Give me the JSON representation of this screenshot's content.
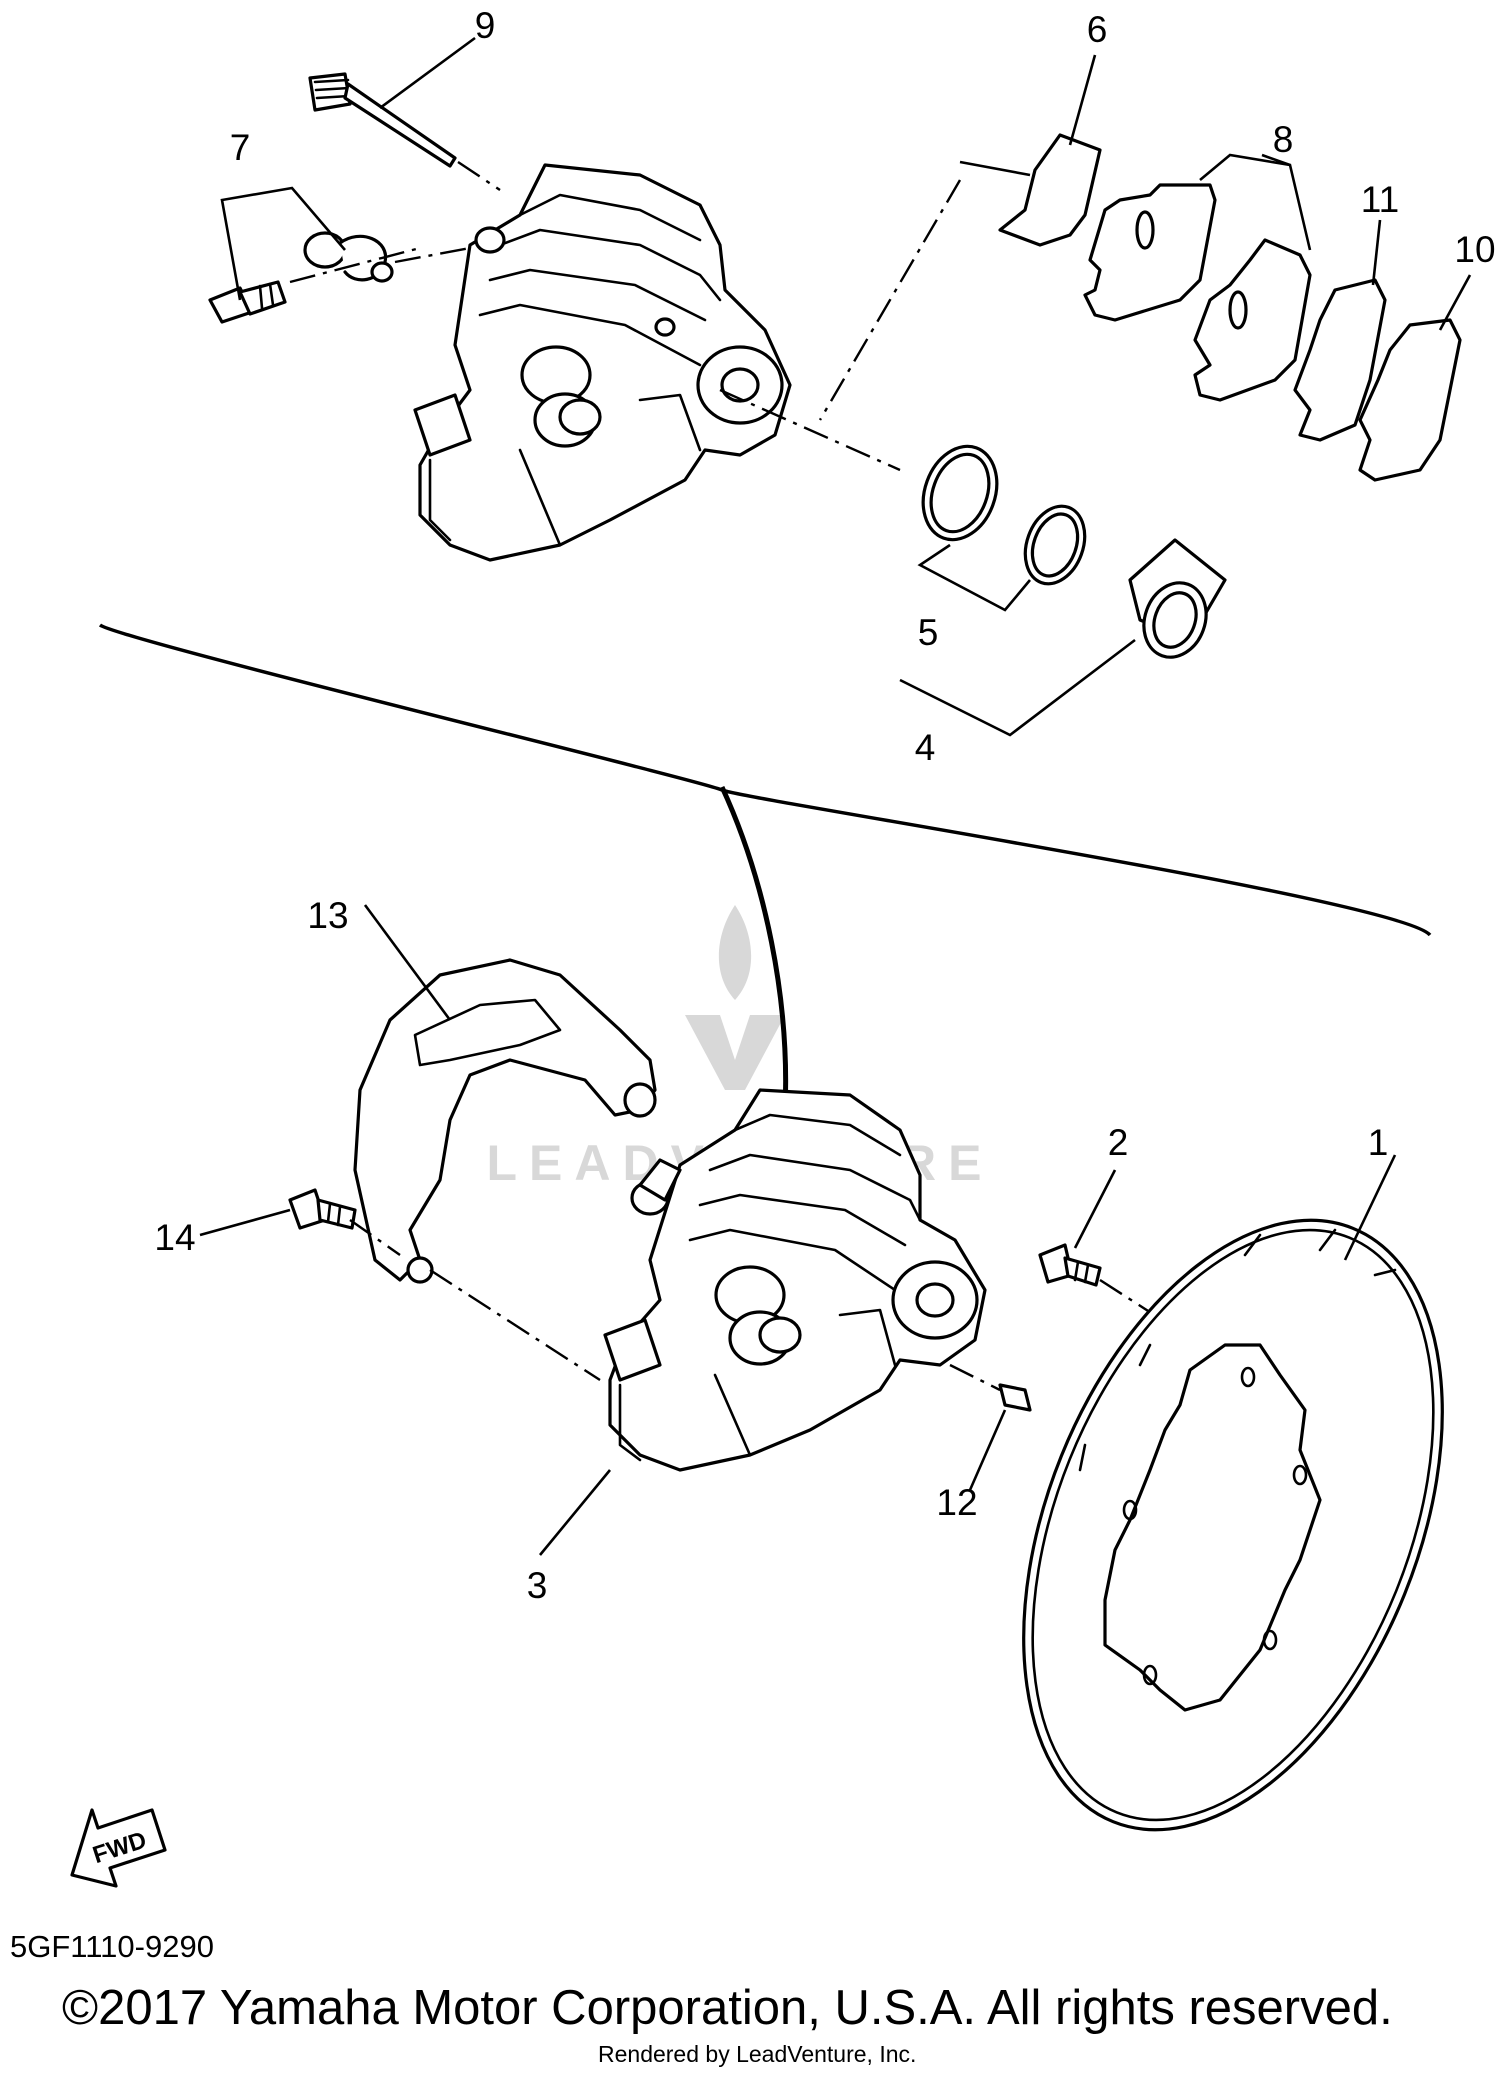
{
  "diagram": {
    "callouts": [
      {
        "id": "1",
        "text": "1",
        "part": "brake-disc"
      },
      {
        "id": "2",
        "text": "2",
        "part": "disc-bolt"
      },
      {
        "id": "3",
        "text": "3",
        "part": "caliper-assembly"
      },
      {
        "id": "4",
        "text": "4",
        "part": "piston-kit"
      },
      {
        "id": "5",
        "text": "5",
        "part": "seal-kit"
      },
      {
        "id": "6",
        "text": "6",
        "part": "pad-spring"
      },
      {
        "id": "7",
        "text": "7",
        "part": "bleed-screw-set"
      },
      {
        "id": "8",
        "text": "8",
        "part": "brake-pad-set"
      },
      {
        "id": "9",
        "text": "9",
        "part": "pad-pin"
      },
      {
        "id": "10",
        "text": "10",
        "part": "pad-shim"
      },
      {
        "id": "11",
        "text": "11",
        "part": "pad-shim-plate"
      },
      {
        "id": "12",
        "text": "12",
        "part": "dowel-pin"
      },
      {
        "id": "13",
        "text": "13",
        "part": "caliper-bracket"
      },
      {
        "id": "14",
        "text": "14",
        "part": "bracket-bolt"
      }
    ],
    "fwd_label": "FWD",
    "watermark_text": "LEADVENTURE"
  },
  "footer": {
    "part_number": "5GF1110-9290",
    "copyright": "©2017 Yamaha Motor Corporation, U.S.A. All rights reserved.",
    "rendered_by": "Rendered by LeadVenture, Inc."
  }
}
